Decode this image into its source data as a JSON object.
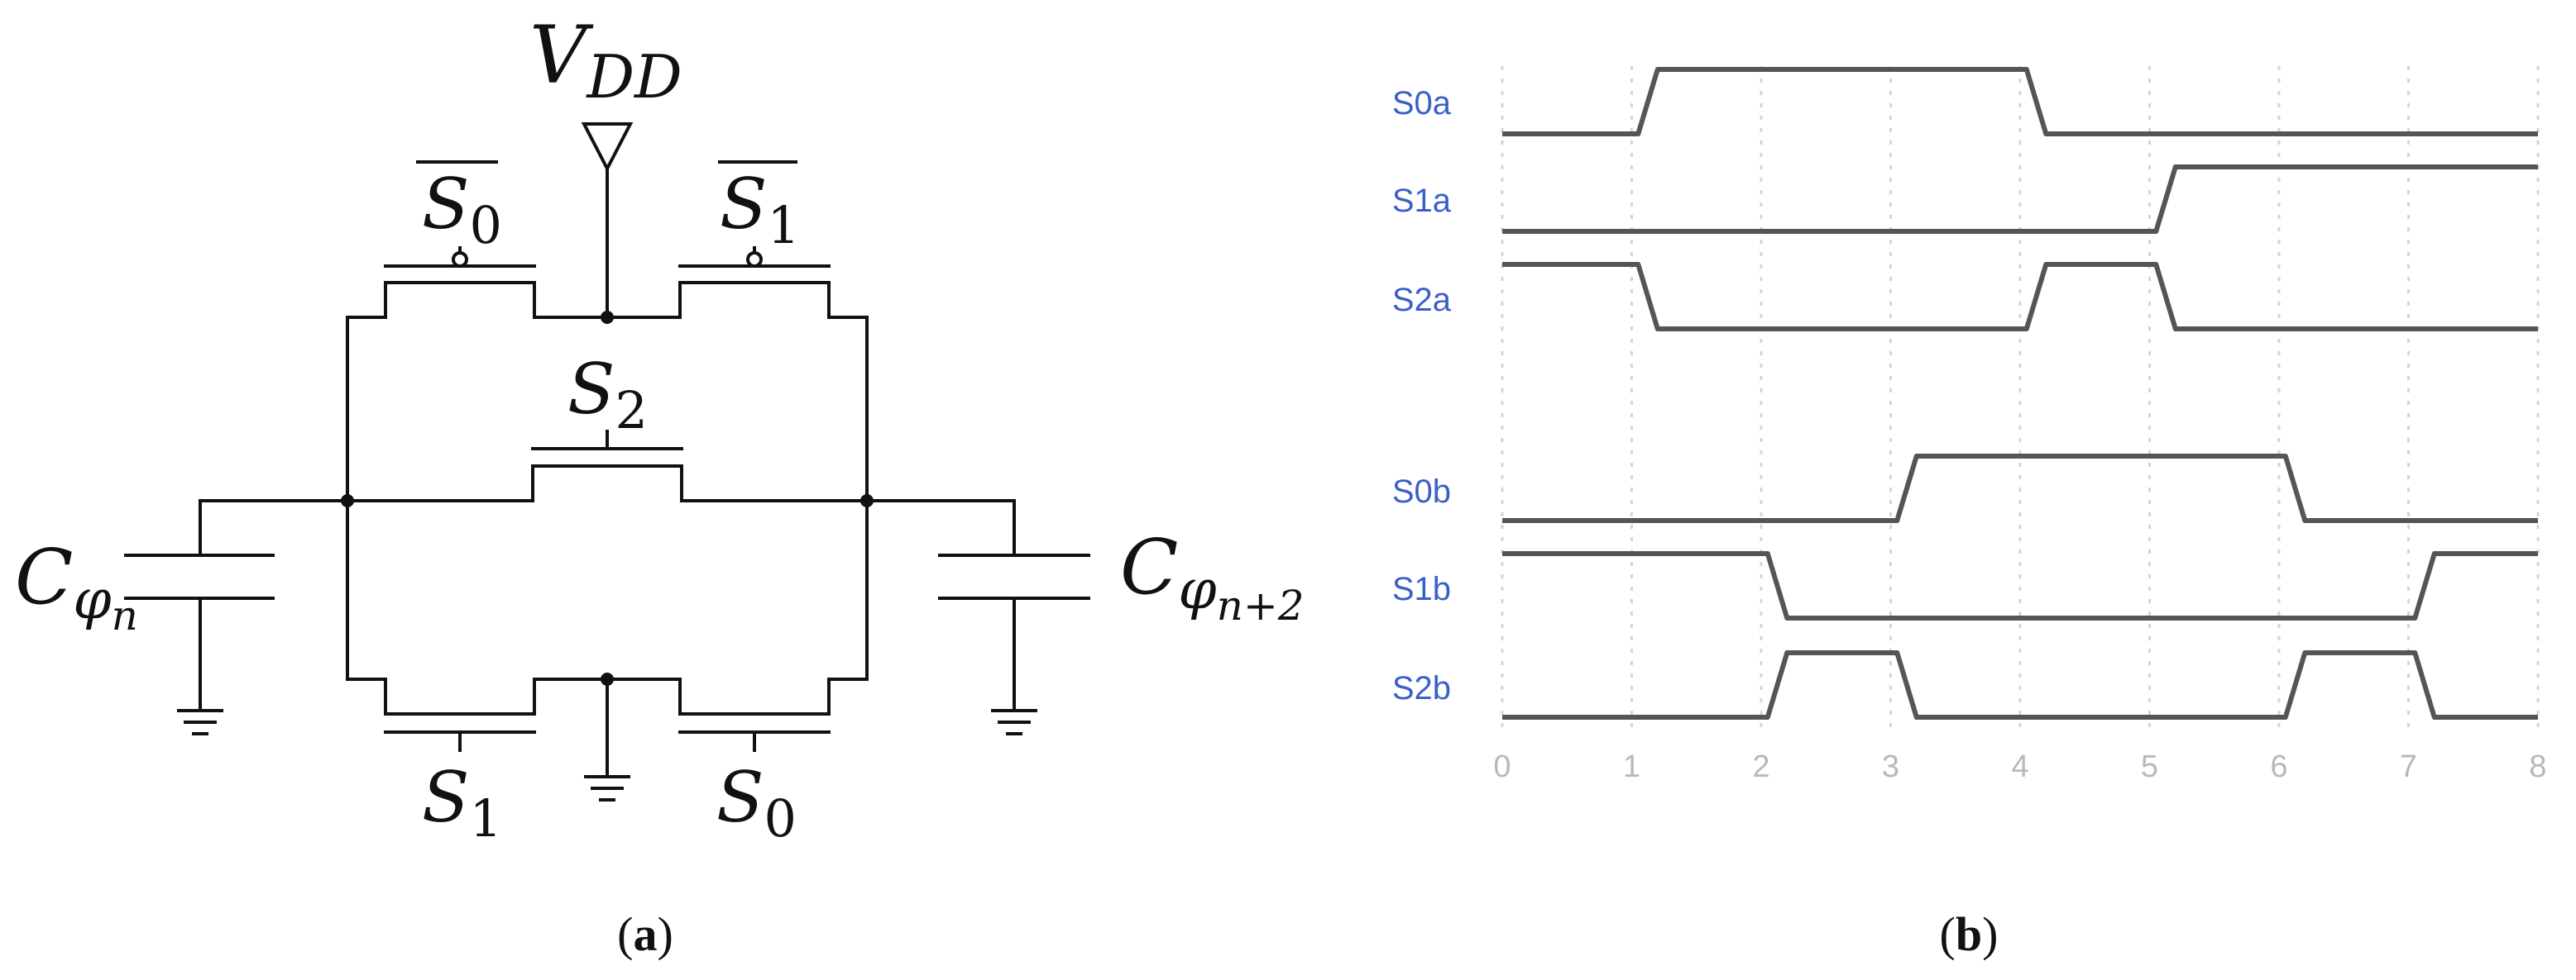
{
  "panel_a": {
    "caption": {
      "open": "(",
      "letter": "a",
      "close": ")"
    },
    "labels": {
      "vdd": {
        "main": "V",
        "sub": "DD"
      },
      "s0_bar_top": {
        "main": "S",
        "sub": "0"
      },
      "s1_bar_top": {
        "main": "S",
        "sub": "1"
      },
      "s2_mid": {
        "main": "S",
        "sub": "2"
      },
      "s1_bottom": {
        "main": "S",
        "sub": "1"
      },
      "s0_bottom": {
        "main": "S",
        "sub": "0"
      },
      "c_left": {
        "main": "C",
        "sub": "φ",
        "subsub": "n"
      },
      "c_right": {
        "main": "C",
        "sub": "φ",
        "subsub": "n+2"
      }
    }
  },
  "panel_b": {
    "caption": {
      "open": "(",
      "letter": "b",
      "close": ")"
    },
    "chart_data": {
      "type": "line",
      "x_ticks": [
        "0",
        "1",
        "2",
        "3",
        "4",
        "5",
        "6",
        "7",
        "8"
      ],
      "xlim": [
        0,
        8
      ],
      "grid": true,
      "signals": [
        {
          "name": "S0a",
          "points": [
            [
              0,
              0
            ],
            [
              1.05,
              0
            ],
            [
              1.2,
              1
            ],
            [
              4.05,
              1
            ],
            [
              4.2,
              0
            ],
            [
              8,
              0
            ]
          ]
        },
        {
          "name": "S1a",
          "points": [
            [
              0,
              0
            ],
            [
              5.05,
              0
            ],
            [
              5.2,
              1
            ],
            [
              8,
              1
            ]
          ]
        },
        {
          "name": "S2a",
          "points": [
            [
              0,
              1
            ],
            [
              1.05,
              1
            ],
            [
              1.2,
              0
            ],
            [
              4.05,
              0
            ],
            [
              4.2,
              1
            ],
            [
              5.05,
              1
            ],
            [
              5.2,
              0
            ],
            [
              8,
              0
            ]
          ]
        },
        {
          "name": "S0b",
          "points": [
            [
              0,
              0
            ],
            [
              3.05,
              0
            ],
            [
              3.2,
              1
            ],
            [
              6.05,
              1
            ],
            [
              6.2,
              0
            ],
            [
              8,
              0
            ]
          ]
        },
        {
          "name": "S1b",
          "points": [
            [
              0,
              1
            ],
            [
              2.05,
              1
            ],
            [
              2.2,
              0
            ],
            [
              7.05,
              0
            ],
            [
              7.2,
              1
            ],
            [
              8,
              1
            ]
          ]
        },
        {
          "name": "S2b",
          "points": [
            [
              0,
              0
            ],
            [
              2.05,
              0
            ],
            [
              2.2,
              1
            ],
            [
              3.05,
              1
            ],
            [
              3.2,
              0
            ],
            [
              6.05,
              0
            ],
            [
              6.2,
              1
            ],
            [
              7.05,
              1
            ],
            [
              7.2,
              0
            ],
            [
              8,
              0
            ]
          ]
        }
      ],
      "colors": {
        "label": "#3a5fc8",
        "wave": "#555555",
        "tick": "#b8b8b8",
        "grid": "#d4d4d4"
      }
    }
  }
}
